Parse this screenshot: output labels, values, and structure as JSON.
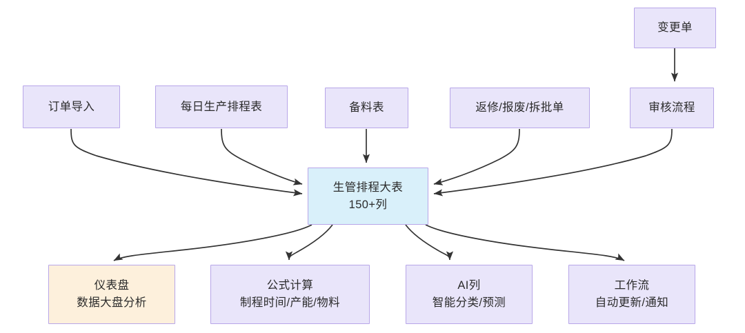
{
  "diagram": {
    "type": "flowchart",
    "title": "",
    "background_color": "#ffffff",
    "palette": {
      "node_border": "#b7a5e8",
      "node_fill_default": "#e9e5fa",
      "node_fill_center": "#d9f0fa",
      "node_fill_accent": "#fdf0dc",
      "edge_color": "#333333",
      "text_color": "#2b2b2b"
    },
    "nodes": {
      "change_order": {
        "line1": "变更单",
        "line2": ""
      },
      "review_flow": {
        "line1": "审核流程",
        "line2": ""
      },
      "order_import": {
        "line1": "订单导入",
        "line2": ""
      },
      "daily_schedule": {
        "line1": "每日生产排程表",
        "line2": ""
      },
      "material_prep": {
        "line1": "备料表",
        "line2": ""
      },
      "rework_scrap": {
        "line1": "返修/报废/拆批单",
        "line2": ""
      },
      "master_table": {
        "line1": "生管排程大表",
        "line2": "150+列"
      },
      "dashboard": {
        "line1": "仪表盘",
        "line2": "数据大盘分析"
      },
      "formula_calc": {
        "line1": "公式计算",
        "line2": "制程时间/产能/物料"
      },
      "ai_column": {
        "line1": "AI列",
        "line2": "智能分类/预测"
      },
      "workflow": {
        "line1": "工作流",
        "line2": "自动更新/通知"
      }
    },
    "edges": [
      {
        "from": "change_order",
        "to": "review_flow"
      },
      {
        "from": "order_import",
        "to": "master_table"
      },
      {
        "from": "daily_schedule",
        "to": "master_table"
      },
      {
        "from": "material_prep",
        "to": "master_table"
      },
      {
        "from": "rework_scrap",
        "to": "master_table"
      },
      {
        "from": "review_flow",
        "to": "master_table"
      },
      {
        "from": "master_table",
        "to": "dashboard"
      },
      {
        "from": "master_table",
        "to": "formula_calc"
      },
      {
        "from": "master_table",
        "to": "ai_column"
      },
      {
        "from": "master_table",
        "to": "workflow"
      }
    ]
  }
}
